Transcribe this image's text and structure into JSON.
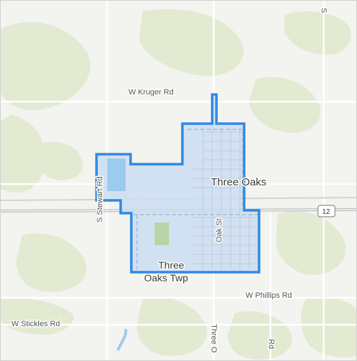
{
  "roads": {
    "w_kruger_rd": "W Kruger Rd",
    "s_stewart_rd": "S Stewart Rd",
    "oak_st": "Oak St",
    "w_phillips_rd": "W Phillips Rd",
    "w_stickles_rd": "W Stickles Rd",
    "three_oaks_rd": "Three O",
    "partial_rd_right": "Rd",
    "partial_top_right": "S"
  },
  "places": {
    "city": "Three Oaks",
    "township_line1": "Three",
    "township_line2": "Oaks Twp"
  },
  "highway_shield": {
    "number": "12"
  },
  "colors": {
    "background": "#f3f3f0",
    "vegetation": "#e2ead2",
    "boundary_stroke": "#2f8ae6",
    "boundary_fill": "#c9dcf2",
    "water": "#9ccbf0",
    "park": "#b9d4a6",
    "road": "#ffffff",
    "highway": "#bfbfbf"
  }
}
